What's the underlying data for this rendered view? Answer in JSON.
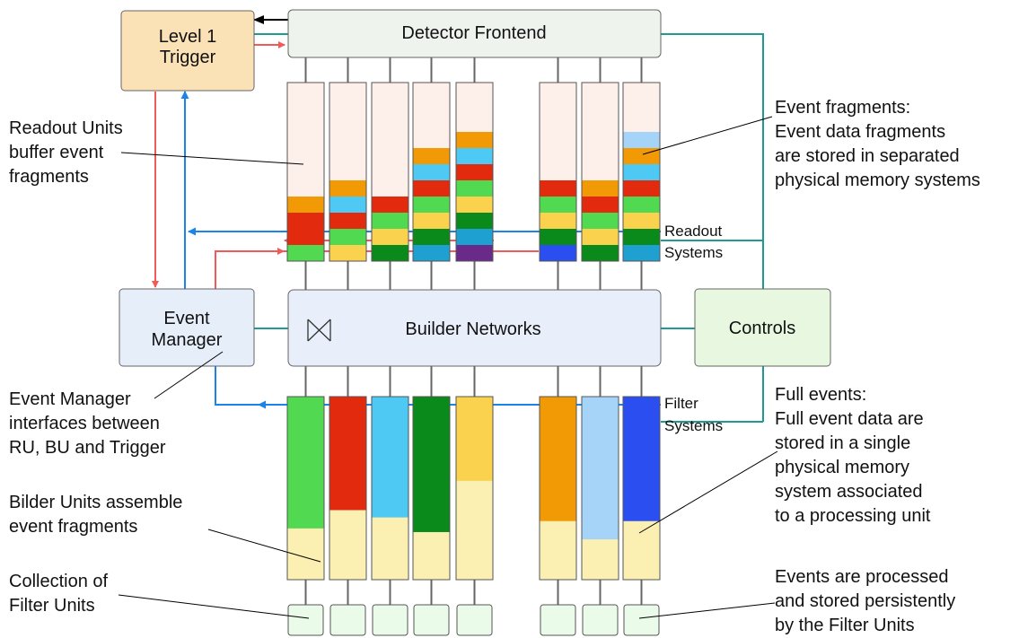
{
  "boxes": {
    "detector": "Detector Frontend",
    "level1": [
      "Level 1",
      "Trigger"
    ],
    "event_manager": [
      "Event",
      "Manager"
    ],
    "builder": "Builder Networks",
    "controls": "Controls"
  },
  "labels": {
    "readout_systems": [
      "Readout",
      "Systems"
    ],
    "filter_systems": [
      "Filter",
      "Systems"
    ]
  },
  "annotations": {
    "readout_units": [
      "Readout Units",
      "buffer event",
      "fragments"
    ],
    "event_fragments": [
      "Event fragments:",
      "Event data fragments",
      "are stored in separated",
      "physical memory systems"
    ],
    "event_manager": [
      "Event Manager",
      "interfaces between",
      "RU, BU and Trigger"
    ],
    "full_events": [
      "Full events:",
      "Full event  data are",
      "stored in a single",
      "physical memory",
      "system associated",
      "to a processing unit"
    ],
    "builder_units": [
      "Bilder Units assemble",
      "event fragments"
    ],
    "filter_units": [
      "Collection of",
      "Filter Units"
    ],
    "events_processed": [
      "Events are processed",
      "and stored persistently",
      "by the Filter Units"
    ]
  },
  "colors": {
    "trigger_fill": "#fae2b6",
    "manager_fill": "#e6eefa",
    "controls_fill": "#e8f8e0",
    "detector_fill": "#eef3ee",
    "buffer_empty": "#fdf0ea",
    "buffer_full": "#fbf0b2",
    "filter_fill": "#eafbea",
    "line_red": "#f25a5a",
    "line_blue": "#1c84e6",
    "line_teal": "#1f9a92",
    "line_gray": "#666666"
  },
  "readout_units": [
    [
      "#f29a05",
      "#e12a0e",
      "#e12a0e",
      "#52d952"
    ],
    [
      "#f29a05",
      "#4dc9f4",
      "#e12a0e",
      "#52d952",
      "#fad24e"
    ],
    [
      "#e12a0e",
      "#52d952",
      "#fad24e",
      "#0a8a1a"
    ],
    [
      "#f29a05",
      "#4dc9f4",
      "#e12a0e",
      "#52d952",
      "#fad24e",
      "#0a8a1a",
      "#1ea0d0"
    ],
    [
      "#f29a05",
      "#4dc9f4",
      "#e12a0e",
      "#52d952",
      "#fad24e",
      "#0a8a1a",
      "#1ea0d0",
      "#6a2a8a"
    ],
    [
      "#e12a0e",
      "#52d952",
      "#fad24e",
      "#0a8a1a",
      "#2a4ef0"
    ],
    [
      "#f29a05",
      "#e12a0e",
      "#52d952",
      "#fad24e",
      "#0a8a1a"
    ],
    [
      "#a6d4f9",
      "#f29a05",
      "#4dc9f4",
      "#e12a0e",
      "#52d952",
      "#fad24e",
      "#0a8a1a",
      "#1ea0d0"
    ]
  ],
  "builder_units": [
    {
      "color": "#52d952",
      "fill": 0.72
    },
    {
      "color": "#e12a0e",
      "fill": 0.62
    },
    {
      "color": "#4dc9f4",
      "fill": 0.66
    },
    {
      "color": "#0a8a1a",
      "fill": 0.74
    },
    {
      "color": "#fad24e",
      "fill": 0.46
    },
    {
      "color": "#f29a05",
      "fill": 0.68
    },
    {
      "color": "#a6d4f9",
      "fill": 0.78
    },
    {
      "color": "#2a4ef0",
      "fill": 0.68
    }
  ]
}
